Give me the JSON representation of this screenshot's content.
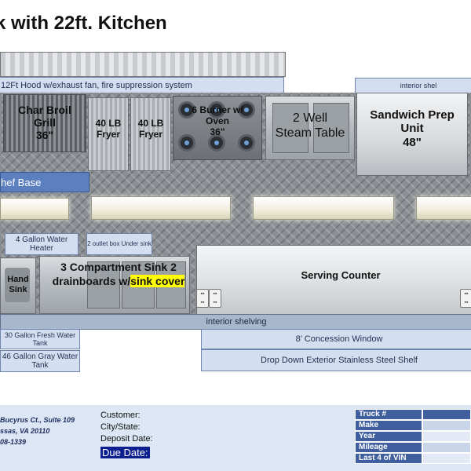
{
  "title": "k with 22ft. Kitchen",
  "hood": {
    "label": "12Ft Hood w/exhaust fan, fire suppression system"
  },
  "interior_shelving_top": "interior shel",
  "equipment": {
    "char_broil": {
      "line1": "Char Broil",
      "line2": "Grill",
      "size": "36\""
    },
    "fryer1": {
      "line1": "40 LB",
      "line2": "Fryer"
    },
    "fryer2": {
      "line1": "40 LB",
      "line2": "Fryer"
    },
    "burner": {
      "line1": "6 Burner w/",
      "line2": "Oven",
      "size": "36\""
    },
    "steam_table": {
      "line1": "2 Well",
      "line2": "Steam Table"
    },
    "sandwich_prep": {
      "line1": "Sandwich Prep",
      "line2": "Unit",
      "size": "48\""
    }
  },
  "chef_base": "hef Base",
  "water_heater": "4 Gallon Water Heater",
  "outlet_box": "2 outlet box Under sink",
  "hand_sink": "Hand Sink",
  "compartment_sink": {
    "line1": "3  Compartment  Sink 2",
    "line2_prefix": "drainboards   w/",
    "highlight": "sink cover"
  },
  "serving_counter": "Serving Counter",
  "interior_shelving_bottom": "interior shelving",
  "fresh_water": "30 Gallon Fresh Water Tank",
  "gray_water": "46 Gallon Gray Water Tank",
  "concession_window": "8’ Concession Window",
  "drop_down_shelf": "Drop Down Exterior Stainless Steel Shelf",
  "footer": {
    "address1": "Bucyrus Ct., Suite 109",
    "address2": "ssas, VA 20110",
    "address3": "08-1339",
    "customer": "Customer:",
    "city_state": "City/State:",
    "deposit_date": "Deposit Date:",
    "due_date": "Due Date:",
    "table_labels": [
      "Truck #",
      "Make",
      "Year",
      "Mileage",
      "Last 4 of VIN"
    ]
  },
  "colors": {
    "accent": "#3f5f9f",
    "highlight": "#ffff00",
    "due_bg": "#0b1f8f"
  }
}
